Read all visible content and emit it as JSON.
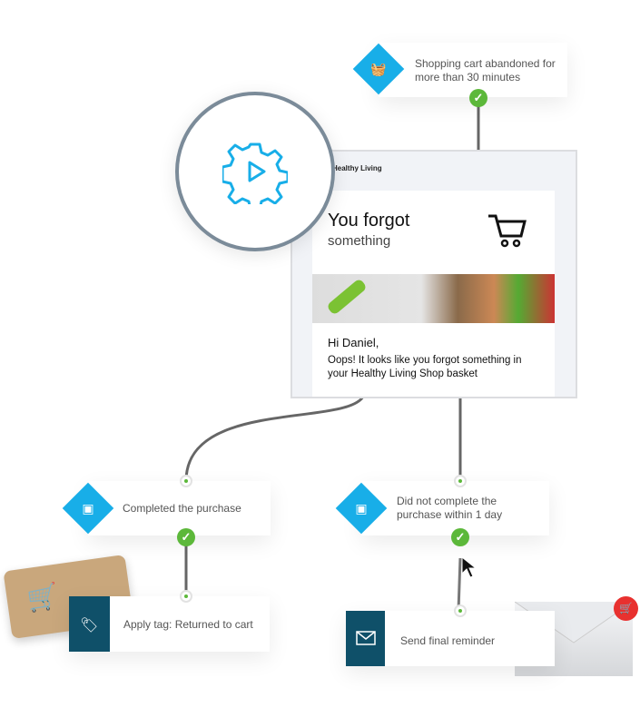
{
  "trigger": {
    "label": "Shopping cart abandoned for more than 30 minutes",
    "icon": "basket-icon"
  },
  "email": {
    "brand": "Healthy Living",
    "headline": "You forgot",
    "subheadline": "something",
    "greeting": "Hi Daniel,",
    "body": "Oops! It looks like you forgot something in your Healthy Living Shop basket"
  },
  "conditions": [
    {
      "label": "Completed the purchase",
      "icon": "wallet-icon"
    },
    {
      "label": "Did not complete the purchase within 1 day",
      "icon": "wallet-icon"
    }
  ],
  "actions": [
    {
      "label": "Apply tag: Returned to cart",
      "icon": "tag-icon"
    },
    {
      "label": "Send final reminder",
      "icon": "envelope-icon"
    }
  ],
  "colors": {
    "accent": "#18aee8",
    "dark": "#0f5069",
    "success": "#5cb83a",
    "badge": "#e8312f"
  }
}
